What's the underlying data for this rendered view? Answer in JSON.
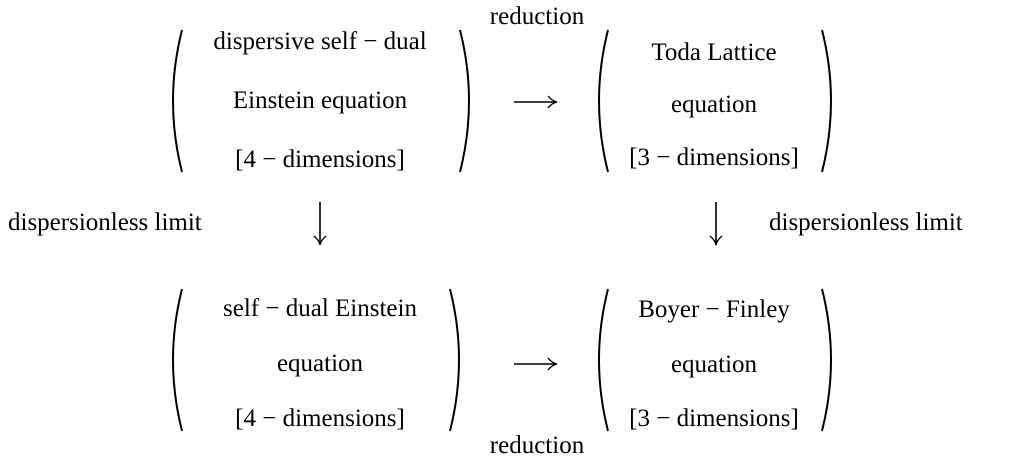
{
  "boxes": {
    "top_left": {
      "line1": "dispersive self − dual",
      "line2": "Einstein equation",
      "line3": "[4 − dimensions]"
    },
    "top_right": {
      "line1": "Toda Lattice",
      "line2": "equation",
      "line3": "[3 − dimensions]"
    },
    "bottom_left": {
      "line1": "self − dual Einstein",
      "line2": "equation",
      "line3": "[4 − dimensions]"
    },
    "bottom_right": {
      "line1": "Boyer − Finley",
      "line2": "equation",
      "line3": "[3 − dimensions]"
    }
  },
  "labels": {
    "top_arrow": "reduction",
    "bottom_arrow": "reduction",
    "left_arrow": "dispersionless limit",
    "right_arrow": "dispersionless limit"
  }
}
